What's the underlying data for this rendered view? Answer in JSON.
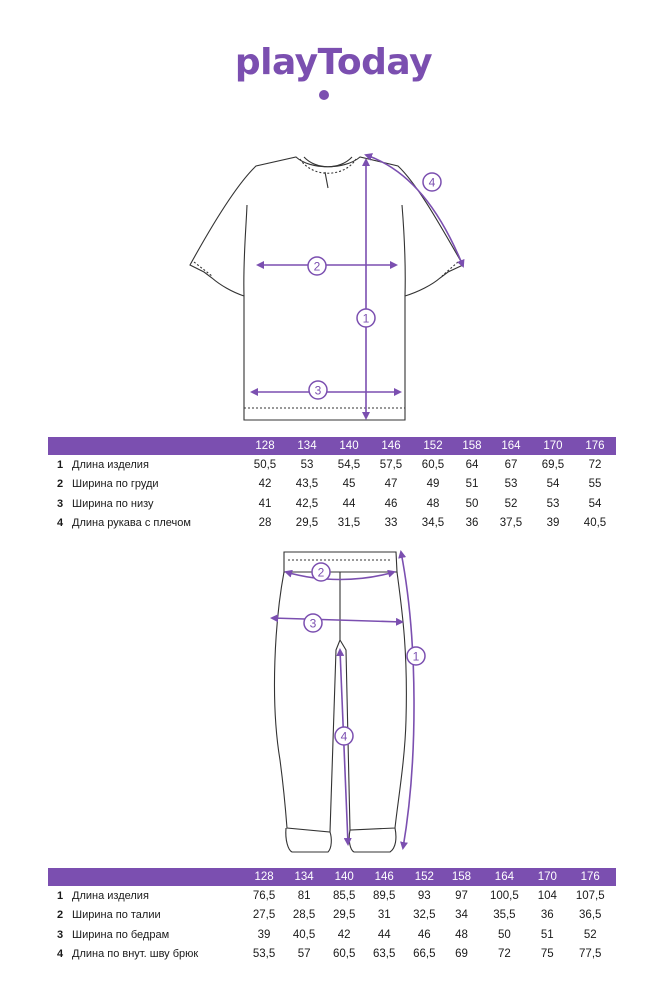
{
  "brand": {
    "logo_text": "playToday"
  },
  "colors": {
    "accent": "#7b4fb0"
  },
  "tshirt_table": {
    "sizes": [
      "128",
      "134",
      "140",
      "146",
      "152",
      "158",
      "164",
      "170",
      "176"
    ],
    "rows": [
      {
        "num": "1",
        "name": "Длина изделия",
        "values": [
          "50,5",
          "53",
          "54,5",
          "57,5",
          "60,5",
          "64",
          "67",
          "69,5",
          "72"
        ]
      },
      {
        "num": "2",
        "name": "Ширина по груди",
        "values": [
          "42",
          "43,5",
          "45",
          "47",
          "49",
          "51",
          "53",
          "54",
          "55"
        ]
      },
      {
        "num": "3",
        "name": "Ширина по низу",
        "values": [
          "41",
          "42,5",
          "44",
          "46",
          "48",
          "50",
          "52",
          "53",
          "54"
        ]
      },
      {
        "num": "4",
        "name": "Длина рукава с плечом",
        "values": [
          "28",
          "29,5",
          "31,5",
          "33",
          "34,5",
          "36",
          "37,5",
          "39",
          "40,5"
        ]
      }
    ]
  },
  "pants_table": {
    "sizes": [
      "128",
      "134",
      "140",
      "146",
      "152",
      "158",
      "164",
      "170",
      "176"
    ],
    "rows": [
      {
        "num": "1",
        "name": "Длина изделия",
        "values": [
          "76,5",
          "81",
          "85,5",
          "89,5",
          "93",
          "97",
          "100,5",
          "104",
          "107,5"
        ]
      },
      {
        "num": "2",
        "name": "Ширина по талии",
        "values": [
          "27,5",
          "28,5",
          "29,5",
          "31",
          "32,5",
          "34",
          "35,5",
          "36",
          "36,5"
        ]
      },
      {
        "num": "3",
        "name": "Ширина по бедрам",
        "values": [
          "39",
          "40,5",
          "42",
          "44",
          "46",
          "48",
          "50",
          "51",
          "52"
        ]
      },
      {
        "num": "4",
        "name": "Длина по внут. шву брюк",
        "values": [
          "53,5",
          "57",
          "60,5",
          "63,5",
          "66,5",
          "69",
          "72",
          "75",
          "77,5"
        ]
      }
    ]
  },
  "tshirt_markers": [
    "1",
    "2",
    "3",
    "4"
  ],
  "pants_markers": [
    "1",
    "2",
    "3",
    "4"
  ]
}
